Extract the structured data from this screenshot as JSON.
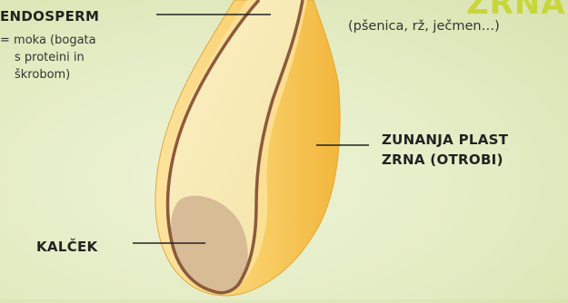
{
  "header_partial": "ZRNA",
  "grain_types": "(pšenica, rž, ječmen…)",
  "labels": {
    "endosperm": {
      "title": "ENDOSPERM",
      "desc_line1": "= moka (bogata",
      "desc_line2": "s proteini in",
      "desc_line3": "škrobom)"
    },
    "bran": {
      "title_line1": "ZUNANJA PLAST",
      "title_line2": "ZRNA (OTROBI)"
    },
    "germ": {
      "title": "KALČEK"
    }
  },
  "colors": {
    "background": "#e4ecc4",
    "outer_layer": "#f5c04a",
    "endosperm": "#f7eab2",
    "seed_coat": "#8c5a3c",
    "germ": "#d4b896",
    "header_accent": "#c9d63a"
  }
}
